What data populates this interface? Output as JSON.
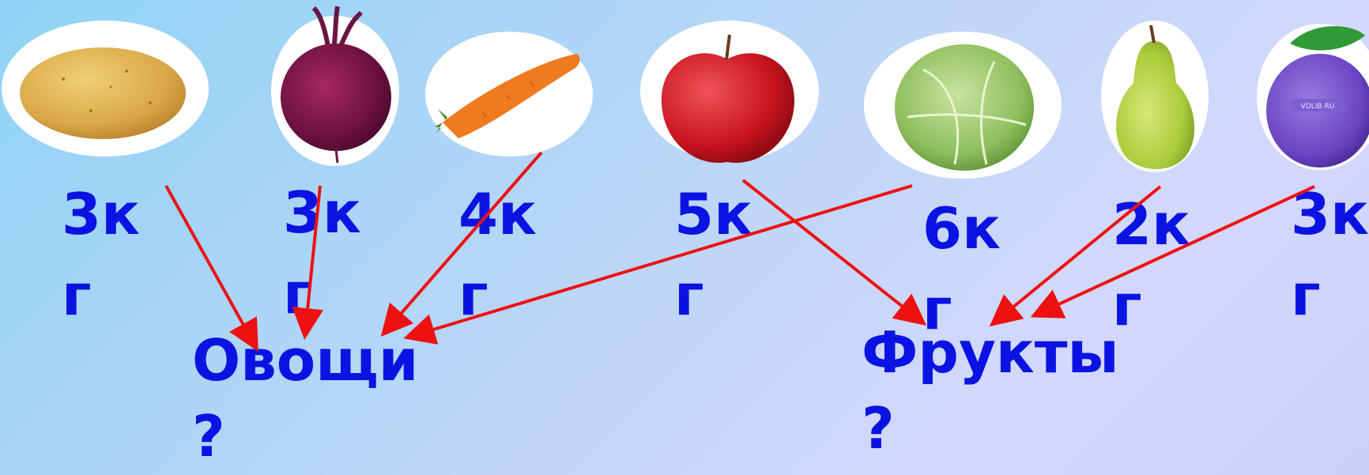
{
  "items": [
    {
      "name": "potato",
      "weight_line1": "3к",
      "weight_line2": "г"
    },
    {
      "name": "beet",
      "weight_line1": "3к",
      "weight_line2": "г"
    },
    {
      "name": "carrot",
      "weight_line1": "4к",
      "weight_line2": "г"
    },
    {
      "name": "apple",
      "weight_line1": "5к",
      "weight_line2": "г"
    },
    {
      "name": "cabbage",
      "weight_line1": "6к",
      "weight_line2": "г"
    },
    {
      "name": "pear",
      "weight_line1": "2к",
      "weight_line2": "г"
    },
    {
      "name": "plum",
      "weight_line1": "3к",
      "weight_line2": "г"
    }
  ],
  "categories": {
    "vegetables_line1": "Овощи",
    "vegetables_line2": "?",
    "fruits_line1": "Фрукты",
    "fruits_line2": "?"
  },
  "plum_watermark": "VDLIB.RU",
  "colors": {
    "text": "#0b13e3",
    "arrow": "#ee1111"
  }
}
